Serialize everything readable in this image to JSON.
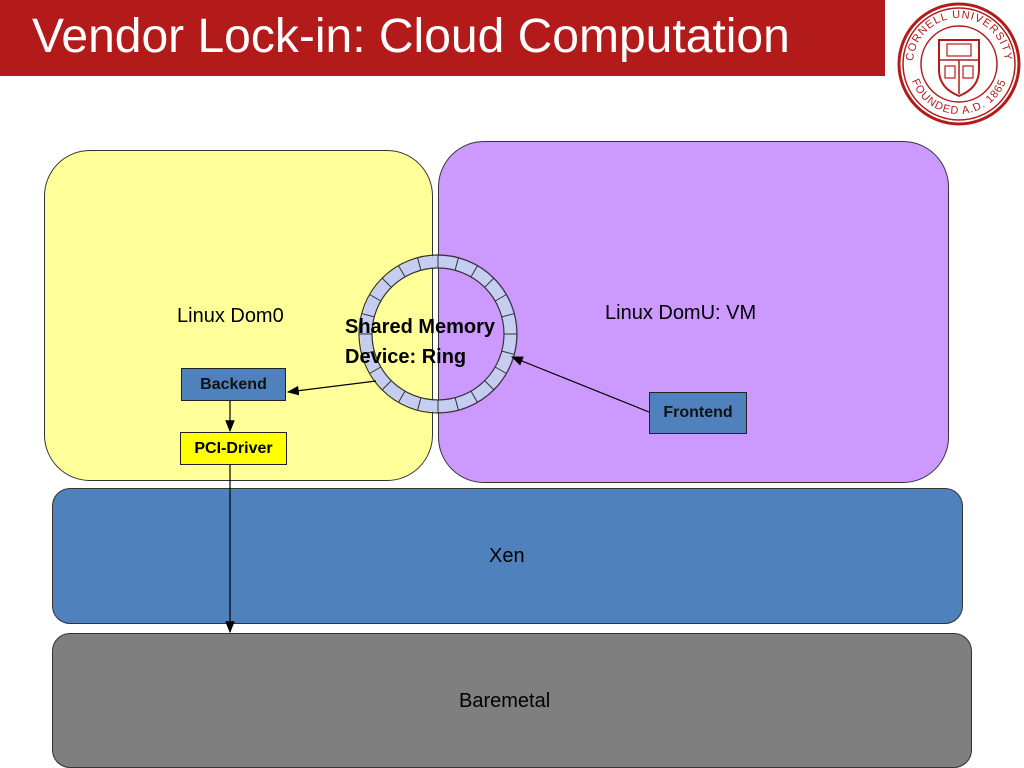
{
  "slide": {
    "title": "Vendor Lock-in: Cloud Computation"
  },
  "logo": {
    "name": "cornell-university-seal",
    "ring_text_top": "CORNELL UNIVERSITY",
    "ring_text_bottom": "FOUNDED A.D. 1865",
    "color": "#b31b1b"
  },
  "diagram": {
    "dom0_label": "Linux Dom0",
    "domu_label": "Linux DomU: VM",
    "xen_label": "Xen",
    "baremetal_label": "Baremetal",
    "backend_label": "Backend",
    "frontend_label": "Frontend",
    "pci_driver_label": "PCI-Driver",
    "ring_label_line1": "Shared Memory",
    "ring_label_line2": "Device: Ring"
  },
  "colors": {
    "title_bar": "#b31b1b",
    "dom0": "#ffff99",
    "domu": "#cc99ff",
    "xen": "#4f81bd",
    "baremetal": "#7f7f7f",
    "pci_driver": "#ffff00",
    "ring": "#c5cdf0"
  }
}
